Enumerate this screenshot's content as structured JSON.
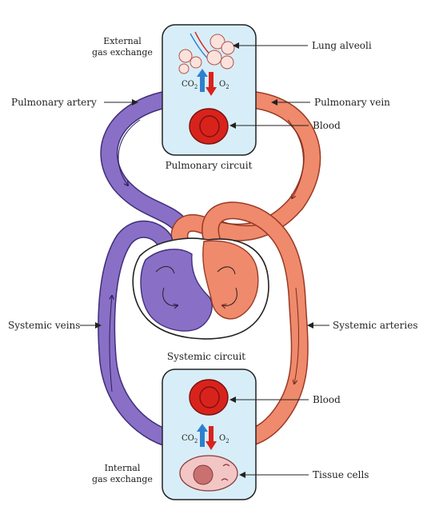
{
  "labels": {
    "external_gas_exchange": [
      "External",
      "gas exchange"
    ],
    "lung_alveoli": "Lung alveoli",
    "pulmonary_artery": "Pulmonary artery",
    "pulmonary_vein": "Pulmonary vein",
    "blood_top": "Blood",
    "pulmonary_circuit": "Pulmonary circuit",
    "systemic_veins": "Systemic veins",
    "systemic_arteries": "Systemic arteries",
    "systemic_circuit": "Systemic circuit",
    "blood_bottom": "Blood",
    "internal_gas_exchange": [
      "Internal",
      "gas exchange"
    ],
    "tissue_cells": "Tissue cells",
    "co2": "CO",
    "o2": "O",
    "subscript": "2"
  },
  "colors": {
    "deoxygenated": "#8a6fc6",
    "deoxygenated_dark": "#3d2f7a",
    "oxygenated": "#ef8a6c",
    "oxygenated_dark": "#9a3a25",
    "exchange_box": "#d7eef8",
    "blood_cell": "#d8231c",
    "co2_arrow": "#2f7fd0",
    "o2_arrow": "#d8231c",
    "tissue_cell": "#f3c6c6"
  }
}
